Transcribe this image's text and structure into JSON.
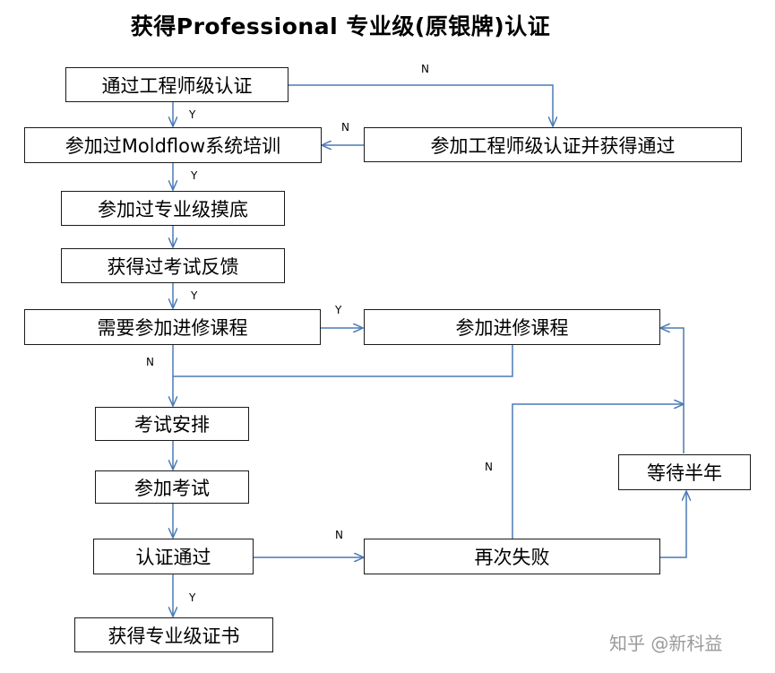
{
  "title": "获得Professional 专业级(原银牌)认证",
  "nodes": {
    "pass_engineer": "通过工程师级认证",
    "attended_training": "参加过Moldflow系统培训",
    "take_engineer": "参加工程师级认证并获得通过",
    "attended_pretest": "参加过专业级摸底",
    "got_feedback": "获得过考试反馈",
    "need_course": "需要参加进修课程",
    "attend_course": "参加进修课程",
    "exam_schedule": "考试安排",
    "take_exam": "参加考试",
    "cert_pass": "认证通过",
    "fail_again": "再次失败",
    "wait_half_year": "等待半年",
    "get_cert": "获得专业级证书"
  },
  "labels": {
    "yes": "Y",
    "no": "N"
  },
  "watermark": "知乎 @新科益",
  "colors": {
    "arrow": "#4a7ab5",
    "border": "#1a1a1a"
  }
}
